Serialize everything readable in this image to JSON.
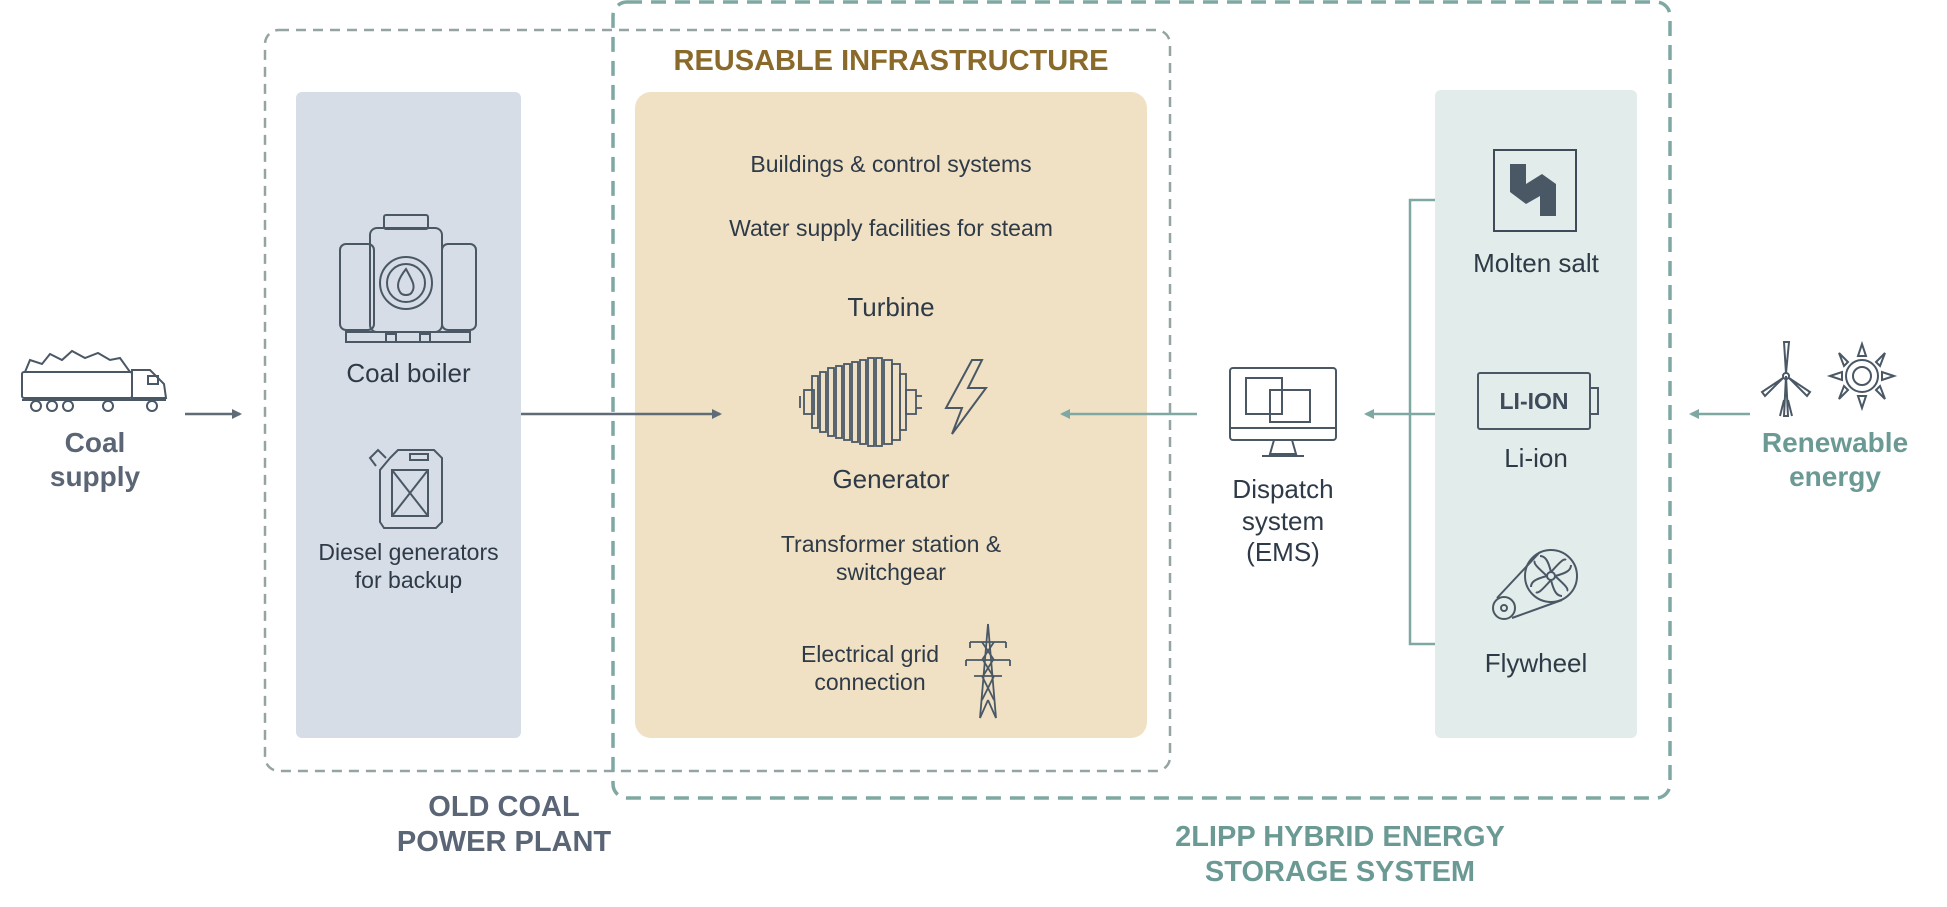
{
  "coal_supply": "Coal\nsupply",
  "renewable_energy": "Renewable\nenergy",
  "old_plant": {
    "title": "OLD COAL\nPOWER PLANT",
    "coal_boiler": "Coal boiler",
    "diesel": "Diesel generators\nfor backup"
  },
  "reusable": {
    "title": "REUSABLE INFRASTRUCTURE",
    "buildings": "Buildings & control systems",
    "water": "Water supply facilities for steam",
    "turbine": "Turbine",
    "generator": "Generator",
    "transformer": "Transformer station &\nswitchgear",
    "grid": "Electrical grid\nconnection"
  },
  "dispatch": "Dispatch\nsystem\n(EMS)",
  "storage": {
    "title": "2LIPP HYBRID ENERGY\nSTORAGE SYSTEM",
    "molten_salt": "Molten salt",
    "li_ion": "Li-ion",
    "li_ion_badge": "LI-ION",
    "flywheel": "Flywheel"
  },
  "colors": {
    "old_panel": "#d6dde6",
    "reusable_panel": "#f0e1c4",
    "storage_panel": "#e2ecea",
    "teal": "#6b9a95",
    "gold": "#8a6a2a",
    "dark": "#2e3a47"
  }
}
